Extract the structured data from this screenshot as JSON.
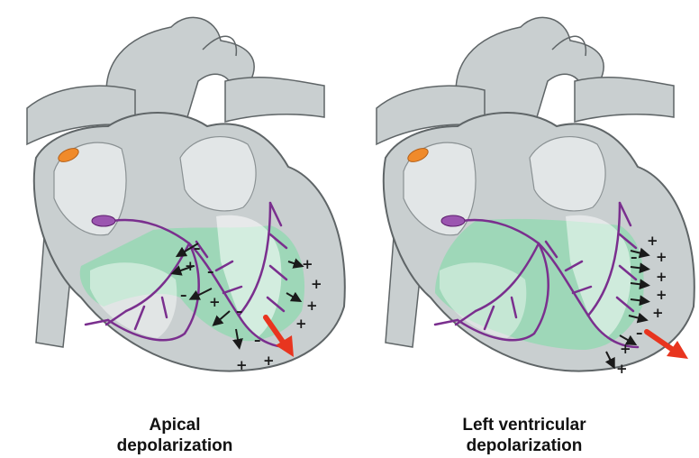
{
  "panels": [
    {
      "caption_line1": "Apical",
      "caption_line2": "depolarization"
    },
    {
      "caption_line1": "Left ventricular",
      "caption_line2": "depolarization"
    }
  ],
  "colors": {
    "heart_fill": "#c9cfd0",
    "heart_shadow": "#a9b1b3",
    "heart_outline": "#5f6567",
    "depolarized": "#8fd9b0",
    "purkinje": "#7a2f8e",
    "sa_node": "#f08a2a",
    "vector_arrow": "#e8351f",
    "charge_marks": "#1a1a1a"
  },
  "glyphs": {
    "plus": "+",
    "minus": "–"
  }
}
